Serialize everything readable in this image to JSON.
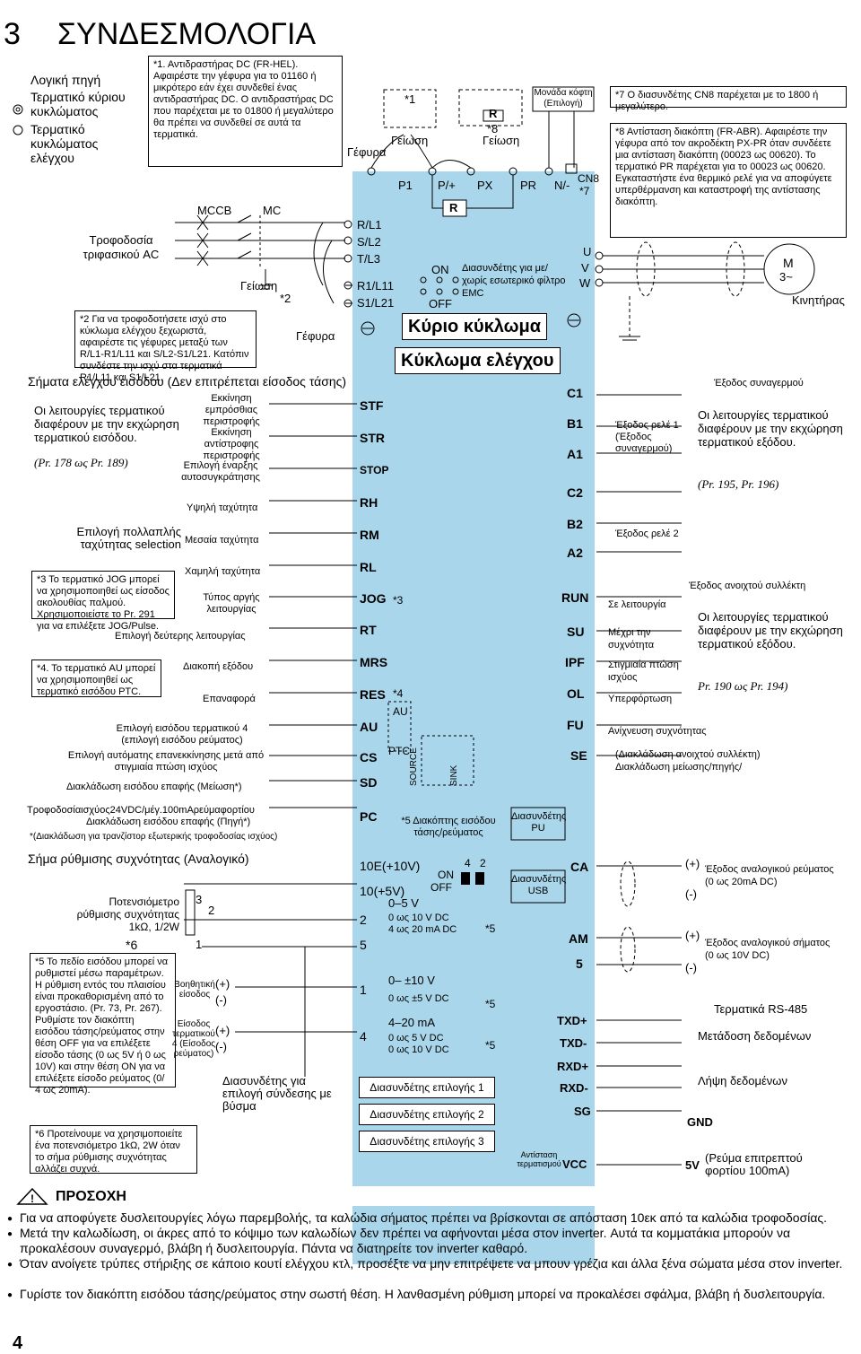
{
  "header": {
    "section_number": "3",
    "section_title": "ΣΥΝΔΕΣΜΟΛΟΓΙΑ"
  },
  "legend": {
    "logic_source": "Λογική πηγή",
    "main_terminal": "Τερματικό κύριου κυκλώματος",
    "control_terminal": "Τερματικό κυκλώματος ελέγχου"
  },
  "notes": {
    "n1": "*1. Αντιδραστήρας DC (FR-HEL). Αφαιρέστε την γέφυρα για το 01160 ή μικρότερο εάν έχει συνδεθεί ένας αντιδραστήρας DC. Ο αντιδραστήρας DC που παρέχεται με το 01800 ή μεγαλύτερο θα πρέπει να συνδεθεί σε αυτά τα τερματικά.",
    "n2": "*2 Για να τροφοδοτήσετε ισχύ στο κύκλωμα ελέγχου ξεχωριστά, αφαιρέστε τις γέφυρες μεταξύ των R/L1-R1/L11 και S/L2-S1/L21. Κατόπιν συνδέστε την ισχύ στα τερματικά R1/L11 και S1/L21.",
    "n3": "*3 Το τερματικό JOG μπορεί να χρησιμοποιηθεί ως είσοδος ακολουθίας παλμού. Χρησιμοποιείστε το Pr. 291 για να επιλέξετε JOG/Pulse.",
    "n4": "*4. Το τερματικό AU μπορεί να χρησιμοποιηθεί ως τερματικό εισόδου PTC.",
    "n5": "*5 Το πεδίο εισόδου μπορεί να ρυθμιστεί μέσω παραμέτρων. Η ρύθμιση εντός του πλαισίου είναι προκαθορισμένη από το εργοστάσιο. (Pr. 73, Pr. 267). Ρυθμίστε τον διακόπτη εισόδου τάσης/ρεύματος στην θέση OFF για να επιλέξετε είσοδο τάσης (0 ως 5V ή 0 ως 10V) και στην θέση ON για να επιλέξετε είσοδο ρεύματος (0/ 4 ως 20mA).",
    "n6": "*6 Προτείνουμε να χρησιμοποιείτε ένα ποτενσιόμετρο 1kΩ, 2W όταν το σήμα ρύθμισης συχνότητας αλλάζει συχνά.",
    "n7": "*7 Ο διασυνδέτης CN8 παρέχεται με το 1800 ή μεγαλύτερο.",
    "n8": "*8 Αντίσταση διακόπτη (FR-ABR). Αφαιρέστε την γέφυρα από τον ακροδέκτη PX-PR όταν συνδέετε μια αντίσταση διακόπτη (00023 ως 00620). Το τερματικό PR παρέχεται για το 00023 ως 00620. Εγκαταστήστε ένα θερμικό ρελέ για να αποφύγετε υπερθέρμανση και καταστροφή της αντίστασης διακόπτη."
  },
  "power": {
    "ac_supply": "Τροφοδοσία τριφασικού AC",
    "mccb": "MCCB",
    "mc": "MC",
    "ground": "Γείωση",
    "jumper": "Γέφυρα",
    "star1": "*1",
    "star2": "*2",
    "star8": "*8",
    "r": "R",
    "brake_unit": "Μονάδα κόφτη (Επιλογή)",
    "cn8": "CN8",
    "star7": "*7"
  },
  "main_terminals": {
    "p1": "P1",
    "p_plus": "P/+",
    "px": "PX",
    "pr": "PR",
    "n_minus": "N/-",
    "r": "R",
    "rl1": "R/L1",
    "sl2": "S/L2",
    "tl3": "T/L3",
    "r1l11": "R1/L11",
    "s1l21": "S1/L21",
    "u": "U",
    "v": "V",
    "w": "W",
    "on": "ON",
    "off": "OFF",
    "emc": "Διασυνδέτης για με/ χωρίς εσωτερικό φίλτρο EMC",
    "main_circuit": "Κύριο κύκλωμα",
    "control_circuit": "Κύκλωμα ελέγχου"
  },
  "motor": {
    "m": "M",
    "phase": "3~",
    "label": "Κινητήρας"
  },
  "control_inputs": {
    "heading": "Σήματα ελέγχου εισόδου (Δεν επιτρέπεται είσοδος τάσης)",
    "function_box": "Οι λειτουργίες τερματικού διαφέρουν με την εκχώρηση τερματικού εισόδου.",
    "pr_ref": "(Pr. 178 ως Pr. 189)",
    "fwd": "Εκκίνηση εμπρόσθιας περιστροφής",
    "rev": "Εκκίνηση αντίστροφης περιστροφής",
    "stop": "Επιλογή έναρξης αυτοσυγκράτησης",
    "high": "Υψηλή ταχύτητα",
    "mid": "Μεσαία ταχύτητα",
    "low": "Χαμηλή ταχύτητα",
    "multi_speed": "Επιλογή πολλαπλής ταχύτητας selection",
    "jog": "Τύπος αργής λειτουργίας",
    "rt": "Επιλογή δεύτερης λειτουργίας",
    "mrs": "Διακοπή εξόδου",
    "res": "Επαναφορά",
    "au": "Επιλογή εισόδου τερματικού 4 (επιλογή εισόδου ρεύματος)",
    "cs": "Επιλογή αυτόματης επανεκκίνησης μετά από στιγμιαία πτώση ισχύος",
    "sd": "Διακλάδωση εισόδου επαφής (Μείωση*)",
    "pc1": "Τροφοδοσίαισχύος24VDC/μέγ.100mAρεύμαφορτίου",
    "pc2": "Διακλάδωση εισόδου επαφής (Πηγή*)",
    "pc3": "*(Διακλάδωση για τρανζίστορ εξωτερικής τροφοδοσίας ισχύος)"
  },
  "input_terms": [
    "STF",
    "STR",
    "STOP",
    "RH",
    "RM",
    "RL",
    "JOG",
    "RT",
    "MRS",
    "RES",
    "AU",
    "CS",
    "SD",
    "PC"
  ],
  "sink_source": {
    "star3": "*3",
    "star4": "*4",
    "au": "AU",
    "ptc": "PTC",
    "source": "SOURCE",
    "sink": "SINK",
    "switch": "*5 Διακόπτης εισόδου τάσης/ρεύματος"
  },
  "relay": {
    "terms": [
      "C1",
      "B1",
      "A1",
      "C2",
      "B2",
      "A2"
    ],
    "relay1": "Έξοδος ρελέ 1 (Έξοδος συναγερμού)",
    "relay2": "Έξοδος ρελέ 2",
    "alarm_out": "Έξοδος συναγερμού",
    "alarm_box": "Οι λειτουργίες τερματικού διαφέρουν με την εκχώρηση τερματικού εξόδου.",
    "alarm_pr": "(Pr. 195, Pr. 196)"
  },
  "oc_out": {
    "terms": [
      "RUN",
      "SU",
      "IPF",
      "OL",
      "FU",
      "SE"
    ],
    "run": "Σε λειτουργία",
    "su": "Μέχρι την συχνότητα",
    "ipf": "Στιγμιαία πτώση ισχύος",
    "ol": "Υπερφόρτωση",
    "fu": "Ανίχνευση συχνότητας",
    "se1": "(Διακλάδωση ανοιχτού συλλέκτη)",
    "se2": "Διακλάδωση μείωσης/πηγής/",
    "heading": "Έξοδος ανοιχτού συλλέκτη",
    "box": "Οι λειτουργίες τερματικού διαφέρουν με την εκχώρηση τερματικού εξόδου.",
    "pr": "Pr. 190 ως Pr. 194)"
  },
  "analog": {
    "heading": "Σήμα ρύθμισης συχνότητας (Αναλογικό)",
    "pot": "Ποτενσιόμετρο ρύθμισης συχνότητας 1kΩ, 1/2W",
    "star6": "*6",
    "t3": "3",
    "t2": "2",
    "t1": "1",
    "aux": "Βοηθητική είσοδος",
    "t4in": "Είσοδος τερματικού 4 (Είσοδος ρεύματος)",
    "plus": "(+)",
    "minus": "(-)",
    "term10e": "10E(+10V)",
    "term10": "10(+5V)",
    "term2": "2",
    "term5": "5",
    "term1": "1",
    "term4": "4",
    "on": "ON",
    "off": "OFF",
    "sw4": "4",
    "sw2": "2",
    "r2a": "0–5   V",
    "r2b": "0 ως 10 V DC",
    "r2c": "4 ως 20 mA DC",
    "r1a": "0–  ±10  V",
    "r1b": "0 ως ±5 V DC",
    "r4a": "4–20     mA",
    "r4b": "0 ως 5 V DC",
    "r4c": "0 ως 10 V DC",
    "star5": "*5",
    "plug": "Διασυνδέτης για επιλογή σύνδεσης με βύσμα",
    "opt1": "Διασυνδέτης επιλογής 1",
    "opt2": "Διασυνδέτης επιλογής 2",
    "opt3": "Διασυνδέτης επιλογής 3"
  },
  "right_bottom": {
    "pu": "Διασυνδέτης PU",
    "usb": "Διασυνδέτης USB",
    "ca": "CA",
    "am": "AM",
    "five": "5",
    "ca_out": "Έξοδος αναλογικού ρεύματος (0 ως 20mA DC)",
    "am_out": "Έξοδος αναλογικού σήματος (0 ως 10V DC)",
    "plus": "(+)",
    "minus": "(-)",
    "rs485": "Τερματικά RS-485",
    "txp": "TXD+",
    "txm": "TXD-",
    "rxp": "RXD+",
    "rxm": "RXD-",
    "sg": "SG",
    "vcc": "VCC",
    "send": "Μετάδοση δεδομένων",
    "recv": "Λήψη δεδομένων",
    "gnd": "GND",
    "term_res": "Αντίσταση τερματισμού",
    "v5": "5V",
    "v5note": "(Ρεύμα επιτρεπτού φορτίου 100mA)"
  },
  "caution": {
    "title": "ΠΡΟΣΟΧΗ",
    "b1": "Για να αποφύγετε δυσλειτουργίες λόγω παρεμβολής, τα καλώδια σήματος πρέπει να βρίσκονται σε απόσταση 10εκ από τα καλώδια τροφοδοσίας.",
    "b2": "Μετά την καλωδίωση, οι άκρες από το κόψιμο των καλωδίων δεν πρέπει να αφήνονται μέσα στον inverter. Αυτά τα κομματάκια μπορούν να προκαλέσουν συναγερμό, βλάβη ή δυσλειτουργία. Πάντα να διατηρείτε τον inverter καθαρό.",
    "b3": "Όταν ανοίγετε τρύπες στήριξης σε κάποιο κουτί ελέγχου κτλ, προσέξτε να μην επιτρέψετε να μπουν γρέζια και άλλα ξένα σώματα μέσα στον inverter.",
    "b4": "Γυρίστε τον διακόπτη εισόδου τάσης/ρεύματος στην σωστή θέση. Η λανθασμένη ρύθμιση μπορεί να προκαλέσει σφάλμα, βλάβη ή δυσλειτουργία."
  },
  "footer": {
    "page": "4"
  },
  "colors": {
    "panel": "#a9d6ea",
    "line": "#000000"
  }
}
